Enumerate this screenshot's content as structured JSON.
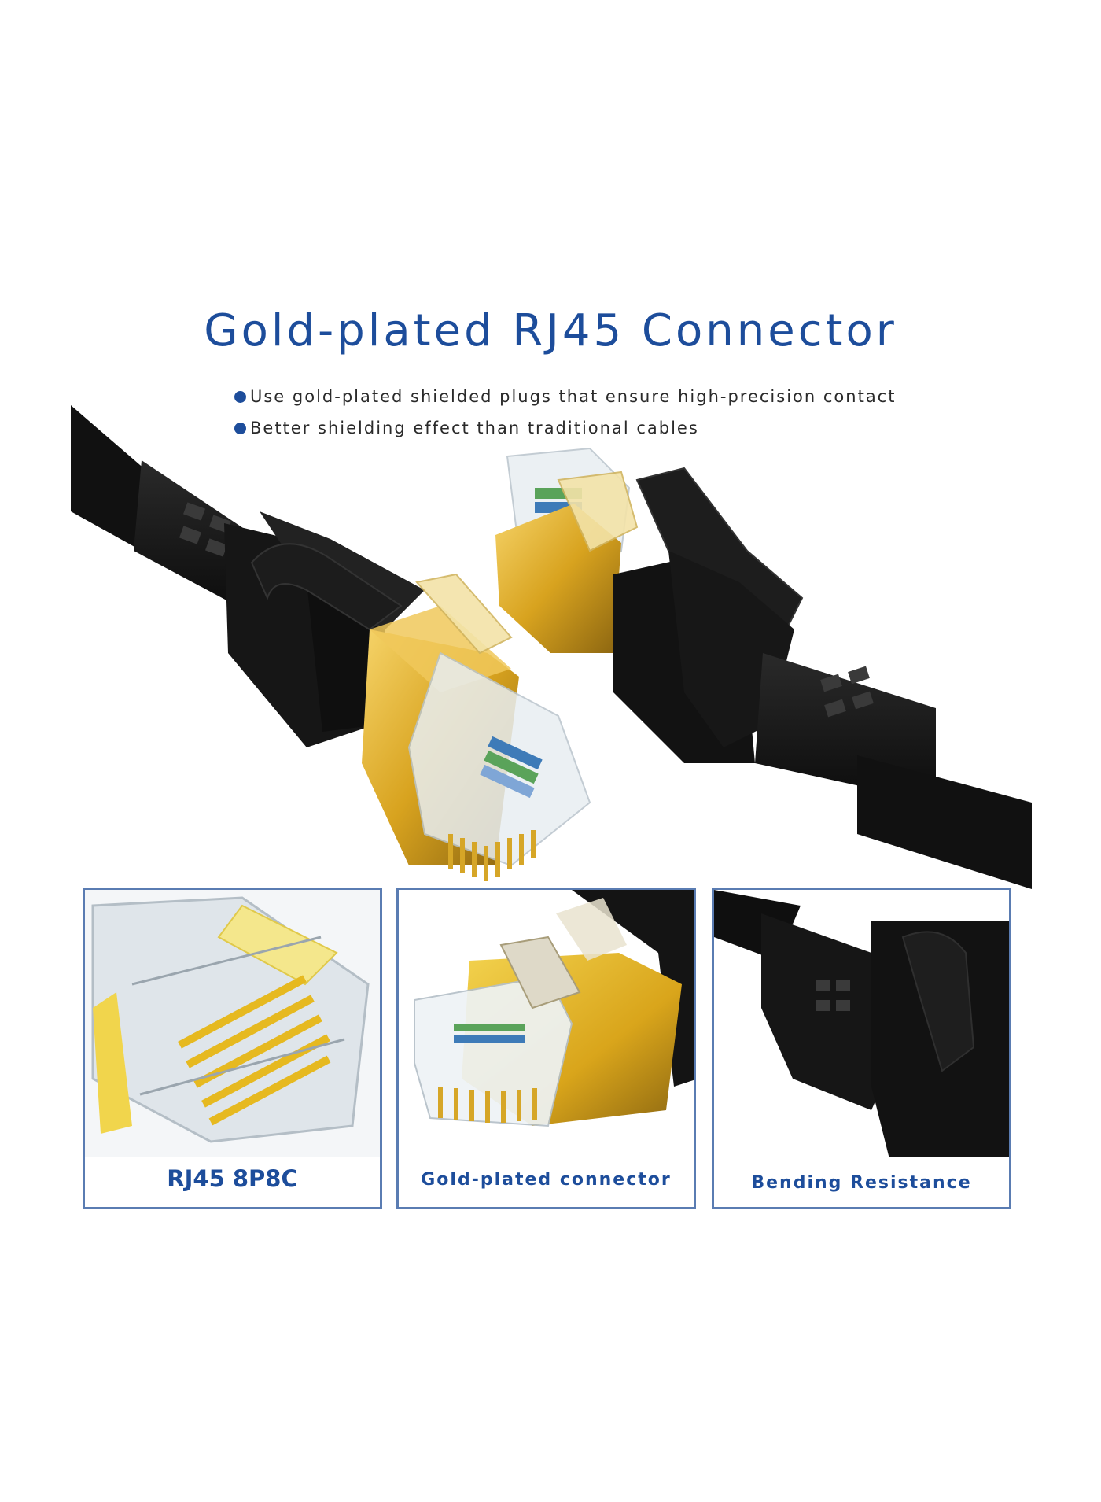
{
  "header": {
    "title": "Gold-plated RJ45 Connector",
    "bullets": [
      "Use gold-plated shielded plugs that ensure high-precision contact",
      "Better shielding effect than traditional cables"
    ]
  },
  "panels": [
    {
      "label": "RJ45 8P8C"
    },
    {
      "label": "Gold-plated connector"
    },
    {
      "label": "Bending Resistance"
    }
  ],
  "colors": {
    "accent_blue": "#1d4d9b",
    "panel_border": "#5a7cb2",
    "cable_black": "#161616",
    "gold": "#d8a31f"
  },
  "icons": {
    "bullet": "blue-dot-bullet-icon"
  }
}
